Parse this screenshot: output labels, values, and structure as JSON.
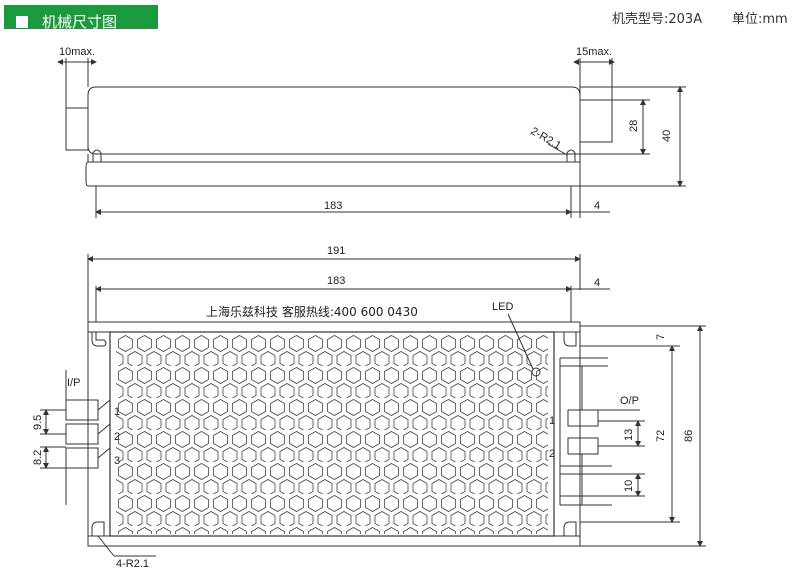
{
  "header": {
    "title": "机械尺寸图",
    "model": "机壳型号:203A",
    "unit": "单位:mm"
  },
  "top_view": {
    "left_tab": "10max.",
    "right_tab": "15max.",
    "height_inner": "28",
    "height_outer": "40",
    "radius": "2-R2.1",
    "length": "183",
    "right_offset": "4"
  },
  "front_view": {
    "overall_length": "191",
    "length": "183",
    "right_offset": "4",
    "hotline": "上海乐兹科技 客服热线:400 600 0430",
    "led": "LED",
    "input_label": "I/P",
    "output_label": "O/P",
    "input_pins": [
      "1",
      "2",
      "3"
    ],
    "output_pins": [
      "1",
      "2"
    ],
    "dim_9_5": "9.5",
    "dim_8_2": "8.2",
    "dim_7": "7",
    "dim_13": "13",
    "dim_10": "10",
    "dim_72": "72",
    "dim_86": "86",
    "corner_radius": "4-R2.1"
  }
}
